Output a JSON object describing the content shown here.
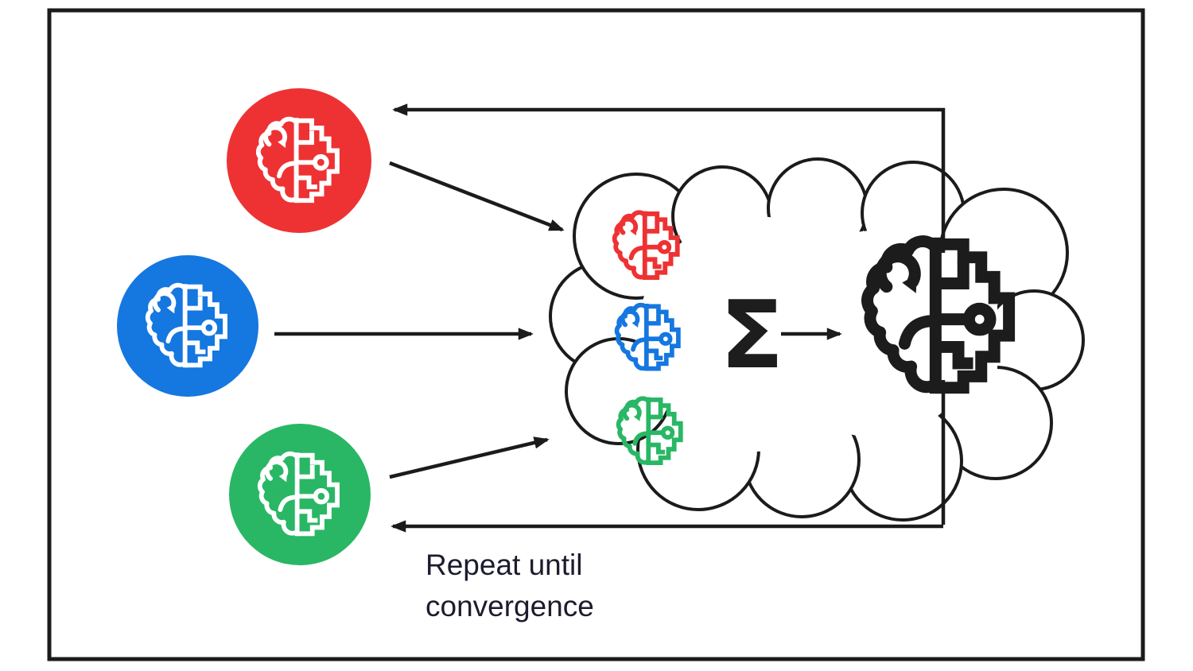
{
  "diagram": {
    "description_colors": {
      "background": "#FFFFFF",
      "border": "#1B1B1B",
      "arrow": "#1B1B1B",
      "cloud_stroke": "#1B1B1B",
      "text": "#1C1C2E"
    },
    "clients": [
      {
        "id": "client-red",
        "color": "#EE3233",
        "icon": "ai-brain-icon"
      },
      {
        "id": "client-blue",
        "color": "#1577E0",
        "icon": "ai-brain-icon"
      },
      {
        "id": "client-green",
        "color": "#29B765",
        "icon": "ai-brain-icon"
      }
    ],
    "cloud": {
      "icon": "cloud-outline-icon",
      "local_models": [
        {
          "id": "local-model-red",
          "color": "#EE3233",
          "icon": "ai-brain-icon"
        },
        {
          "id": "local-model-blue",
          "color": "#1577E0",
          "icon": "ai-brain-icon"
        },
        {
          "id": "local-model-green",
          "color": "#29B765",
          "icon": "ai-brain-icon"
        }
      ],
      "aggregation_symbol": "Σ",
      "global_model": {
        "id": "global-model",
        "color": "#1C1C1C",
        "icon": "ai-brain-icon"
      }
    },
    "annotation": {
      "line1": "Repeat until",
      "line2": "convergence"
    }
  }
}
